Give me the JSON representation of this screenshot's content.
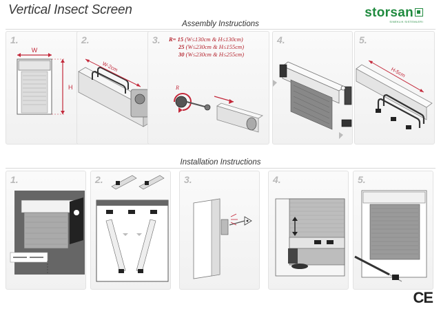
{
  "title": "Vertical Insect Screen",
  "brand": {
    "name": "storsan",
    "tagline": "SINEKLIK SISTEMLERI",
    "color": "#1f8a3e"
  },
  "assembly": {
    "heading": "Assembly Instructions",
    "steps": [
      {
        "num": "1.",
        "labels": {
          "width": "W",
          "height": "H"
        }
      },
      {
        "num": "2.",
        "labels": {
          "cut": "W-2cm"
        }
      },
      {
        "num": "3.",
        "formula": {
          "prefix": "R=",
          "rows": [
            {
              "value": "15",
              "cond": "(W≤130cm & H≤130cm)"
            },
            {
              "value": "25",
              "cond": "(W≤230cm & H≤155cm)"
            },
            {
              "value": "30",
              "cond": "(W≤230cm & H≤255cm)"
            }
          ],
          "rotate_label": "R"
        }
      },
      {
        "num": "4."
      },
      {
        "num": "5.",
        "labels": {
          "cut": "H-5cm"
        }
      }
    ]
  },
  "installation": {
    "heading": "Installation Instructions",
    "steps": [
      {
        "num": "1."
      },
      {
        "num": "2."
      },
      {
        "num": "3."
      },
      {
        "num": "4."
      },
      {
        "num": "5."
      }
    ]
  },
  "certification": "CE",
  "colors": {
    "accent_red": "#b3202a",
    "frame_gray": "#8a8a8a",
    "panel_bg": "#f4f4f4"
  }
}
